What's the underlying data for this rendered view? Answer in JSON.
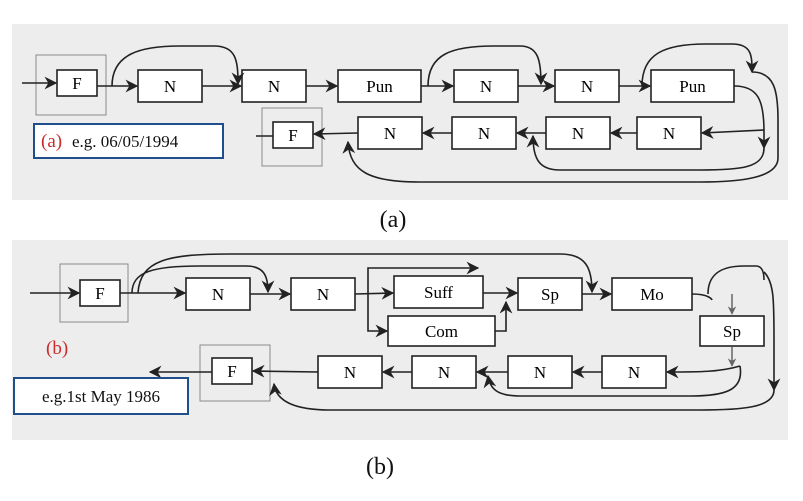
{
  "panel_a": {
    "caption": "(a)",
    "tag": "(a)",
    "example": "e.g. 06/05/1994",
    "nodes": {
      "f1": "F",
      "n1": "N",
      "n2": "N",
      "pun1": "Pun",
      "n3": "N",
      "n4": "N",
      "pun2": "Pun",
      "n5": "N",
      "n6": "N",
      "n7": "N",
      "n8": "N",
      "f2": "F"
    }
  },
  "panel_b": {
    "caption": "(b)",
    "tag": "(b)",
    "example": "e.g.1st May 1986",
    "nodes": {
      "f1": "F",
      "n1": "N",
      "n2": "N",
      "suff": "Suff",
      "com": "Com",
      "sp1": "Sp",
      "mo": "Mo",
      "sp2": "Sp",
      "n3": "N",
      "n4": "N",
      "n5": "N",
      "n6": "N",
      "f2": "F"
    }
  },
  "colors": {
    "panel_bg": "#ededed",
    "tag": "#cc2a2a",
    "example_border": "#1f4e8c",
    "stroke": "#222222"
  }
}
